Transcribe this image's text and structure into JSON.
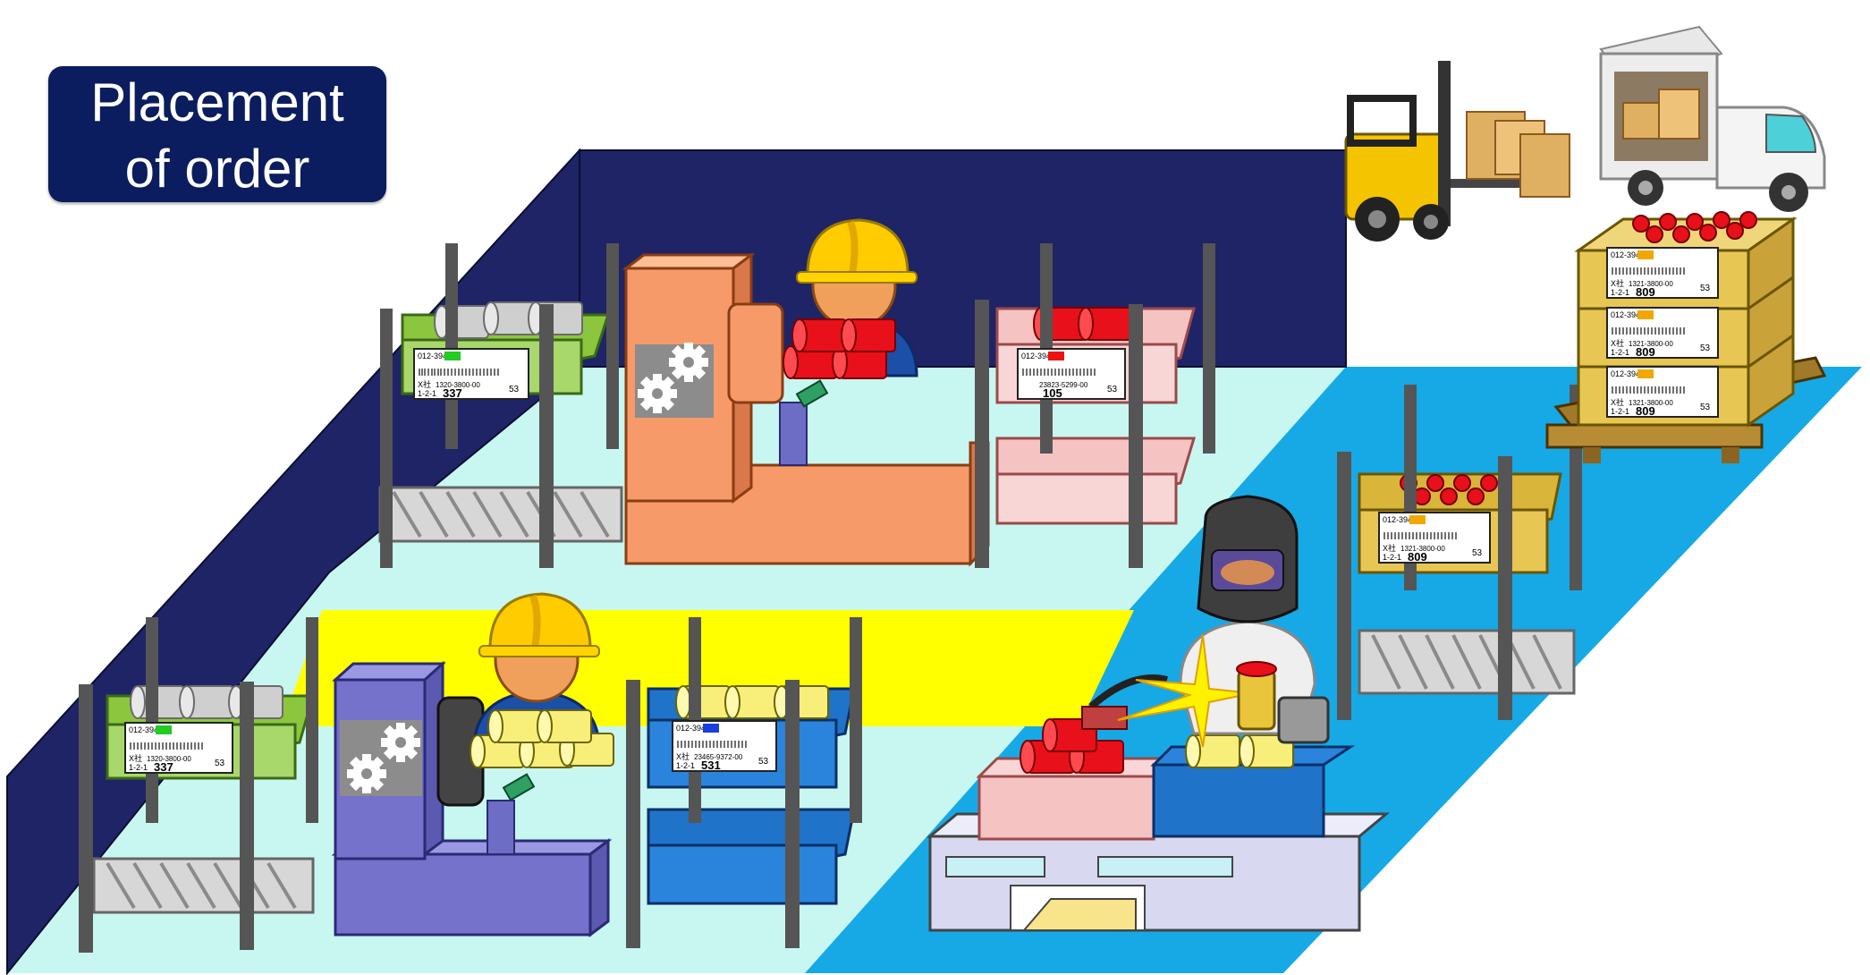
{
  "badge": {
    "line1": "Placement",
    "line2": "of order"
  },
  "colors": {
    "wall": "#1f2466",
    "floor_light": "#c8f7f1",
    "floor_blue": "#16a9e6",
    "lane_yellow": "#ffff00",
    "badge_bg": "#0b1d5e",
    "machine_orange": "#f79a6a",
    "machine_purple": "#7572cc",
    "bin_green": "#8cc63f",
    "bin_pink": "#f6c3c3",
    "bin_blue": "#1f73c9",
    "bin_gold": "#d9b53a",
    "part_red": "#e8101a",
    "part_yellow": "#f7ef7a",
    "part_gray": "#cfcfcf"
  },
  "icons": [
    "gear-icon",
    "worker-icon",
    "welder-icon",
    "forklift-icon",
    "delivery-truck-icon",
    "kanban-card-icon",
    "pallet-icon"
  ],
  "kanban": {
    "header": "012-394",
    "maker": "X社",
    "address": "1-2-1",
    "green_top": {
      "part_no": "1320-3800-00",
      "qty": "337",
      "lot": "53"
    },
    "pink_top": {
      "part_no": "23823-5299-00",
      "qty": "105",
      "lot": "53"
    },
    "green_bottom": {
      "part_no": "1320-3800-00",
      "qty": "337",
      "lot": "53"
    },
    "blue_bottom": {
      "part_no": "23465-9372-00",
      "qty": "531",
      "lot": "53"
    },
    "gold_shelf": {
      "part_no": "1321-3800-00",
      "qty": "809",
      "lot": "53"
    },
    "pallet_1": {
      "part_no": "1321-3800-00",
      "qty": "809",
      "lot": "53"
    },
    "pallet_2": {
      "part_no": "1321-3800-00",
      "qty": "809",
      "lot": "53"
    },
    "pallet_3": {
      "part_no": "1321-3800-00",
      "qty": "809",
      "lot": "53"
    }
  }
}
